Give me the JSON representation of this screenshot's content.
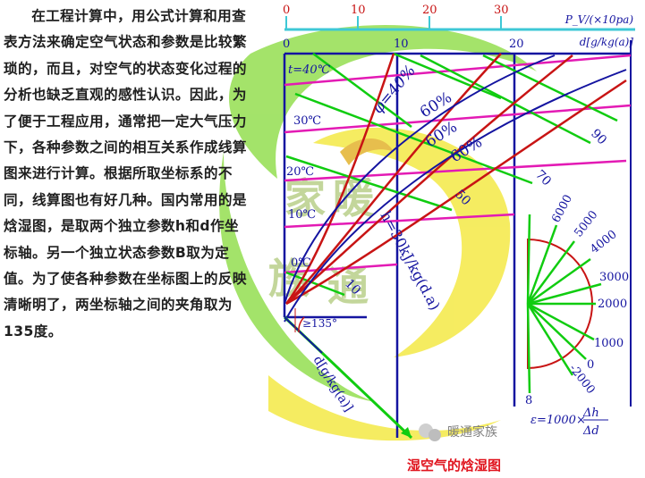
{
  "body_text": "在工程计算中，用公式计算和用查表方法来确定空气状态和参数是比较繁琐的，而且，对空气的状态变化过程的分析也缺乏直观的感性认识。因此，为了便于工程应用，通常把一定大气压力下，各种参数之间的相互关系作成线算图来进行计算。根据所取坐标系的不同，线算图也有好几种。国内常用的是焓湿图，是取两个独立参数h和d作坐标轴。另一个独立状态参数B取为定值。为了使各种参数在坐标图上的反映清晰明了，两坐标轴之间的夹角取为135度。",
  "caption": "湿空气的焓湿图",
  "watermark": {
    "chars": [
      "家",
      "暖",
      "族",
      "通"
    ],
    "logo_text": "暖通家族"
  },
  "pv_axis": {
    "label": "P_V/(×10pa)",
    "ticks": [
      "0",
      "10",
      "20",
      "30"
    ]
  },
  "d_axis": {
    "label": "d[g/kg(a)]",
    "ticks": [
      "0",
      "10",
      "20"
    ]
  },
  "temperatures": [
    "t=40℃",
    "30℃",
    "20℃",
    "10℃",
    "0℃"
  ],
  "rh_labels": [
    "φ=40%",
    "60%",
    "60%",
    "60%"
  ],
  "enthalpy": {
    "label": "h=30kJ/kg(d.a)",
    "values": [
      "10",
      "50",
      "70",
      "90"
    ]
  },
  "oblique_axis": {
    "label": "d[g/kg(a)]",
    "angle_label": "≥135°"
  },
  "protractor": {
    "values": [
      "6000",
      "5000",
      "4000",
      "3000",
      "2000",
      "1000",
      "0",
      "-2000",
      "8"
    ],
    "formula_prefix": "ε=1000×",
    "formula_num": "Δh",
    "formula_den": "Δd"
  },
  "colors": {
    "diagram_blue": "#1414a0",
    "top_axis": "#3ec8d6",
    "saturation_red": "#c81414",
    "enthalpy_green": "#10cc10",
    "isotherm_magenta": "#e31ab4",
    "caption_red": "#e0141e",
    "swirl_green": "#9ae05a",
    "swirl_yellow": "#f5ea50"
  }
}
